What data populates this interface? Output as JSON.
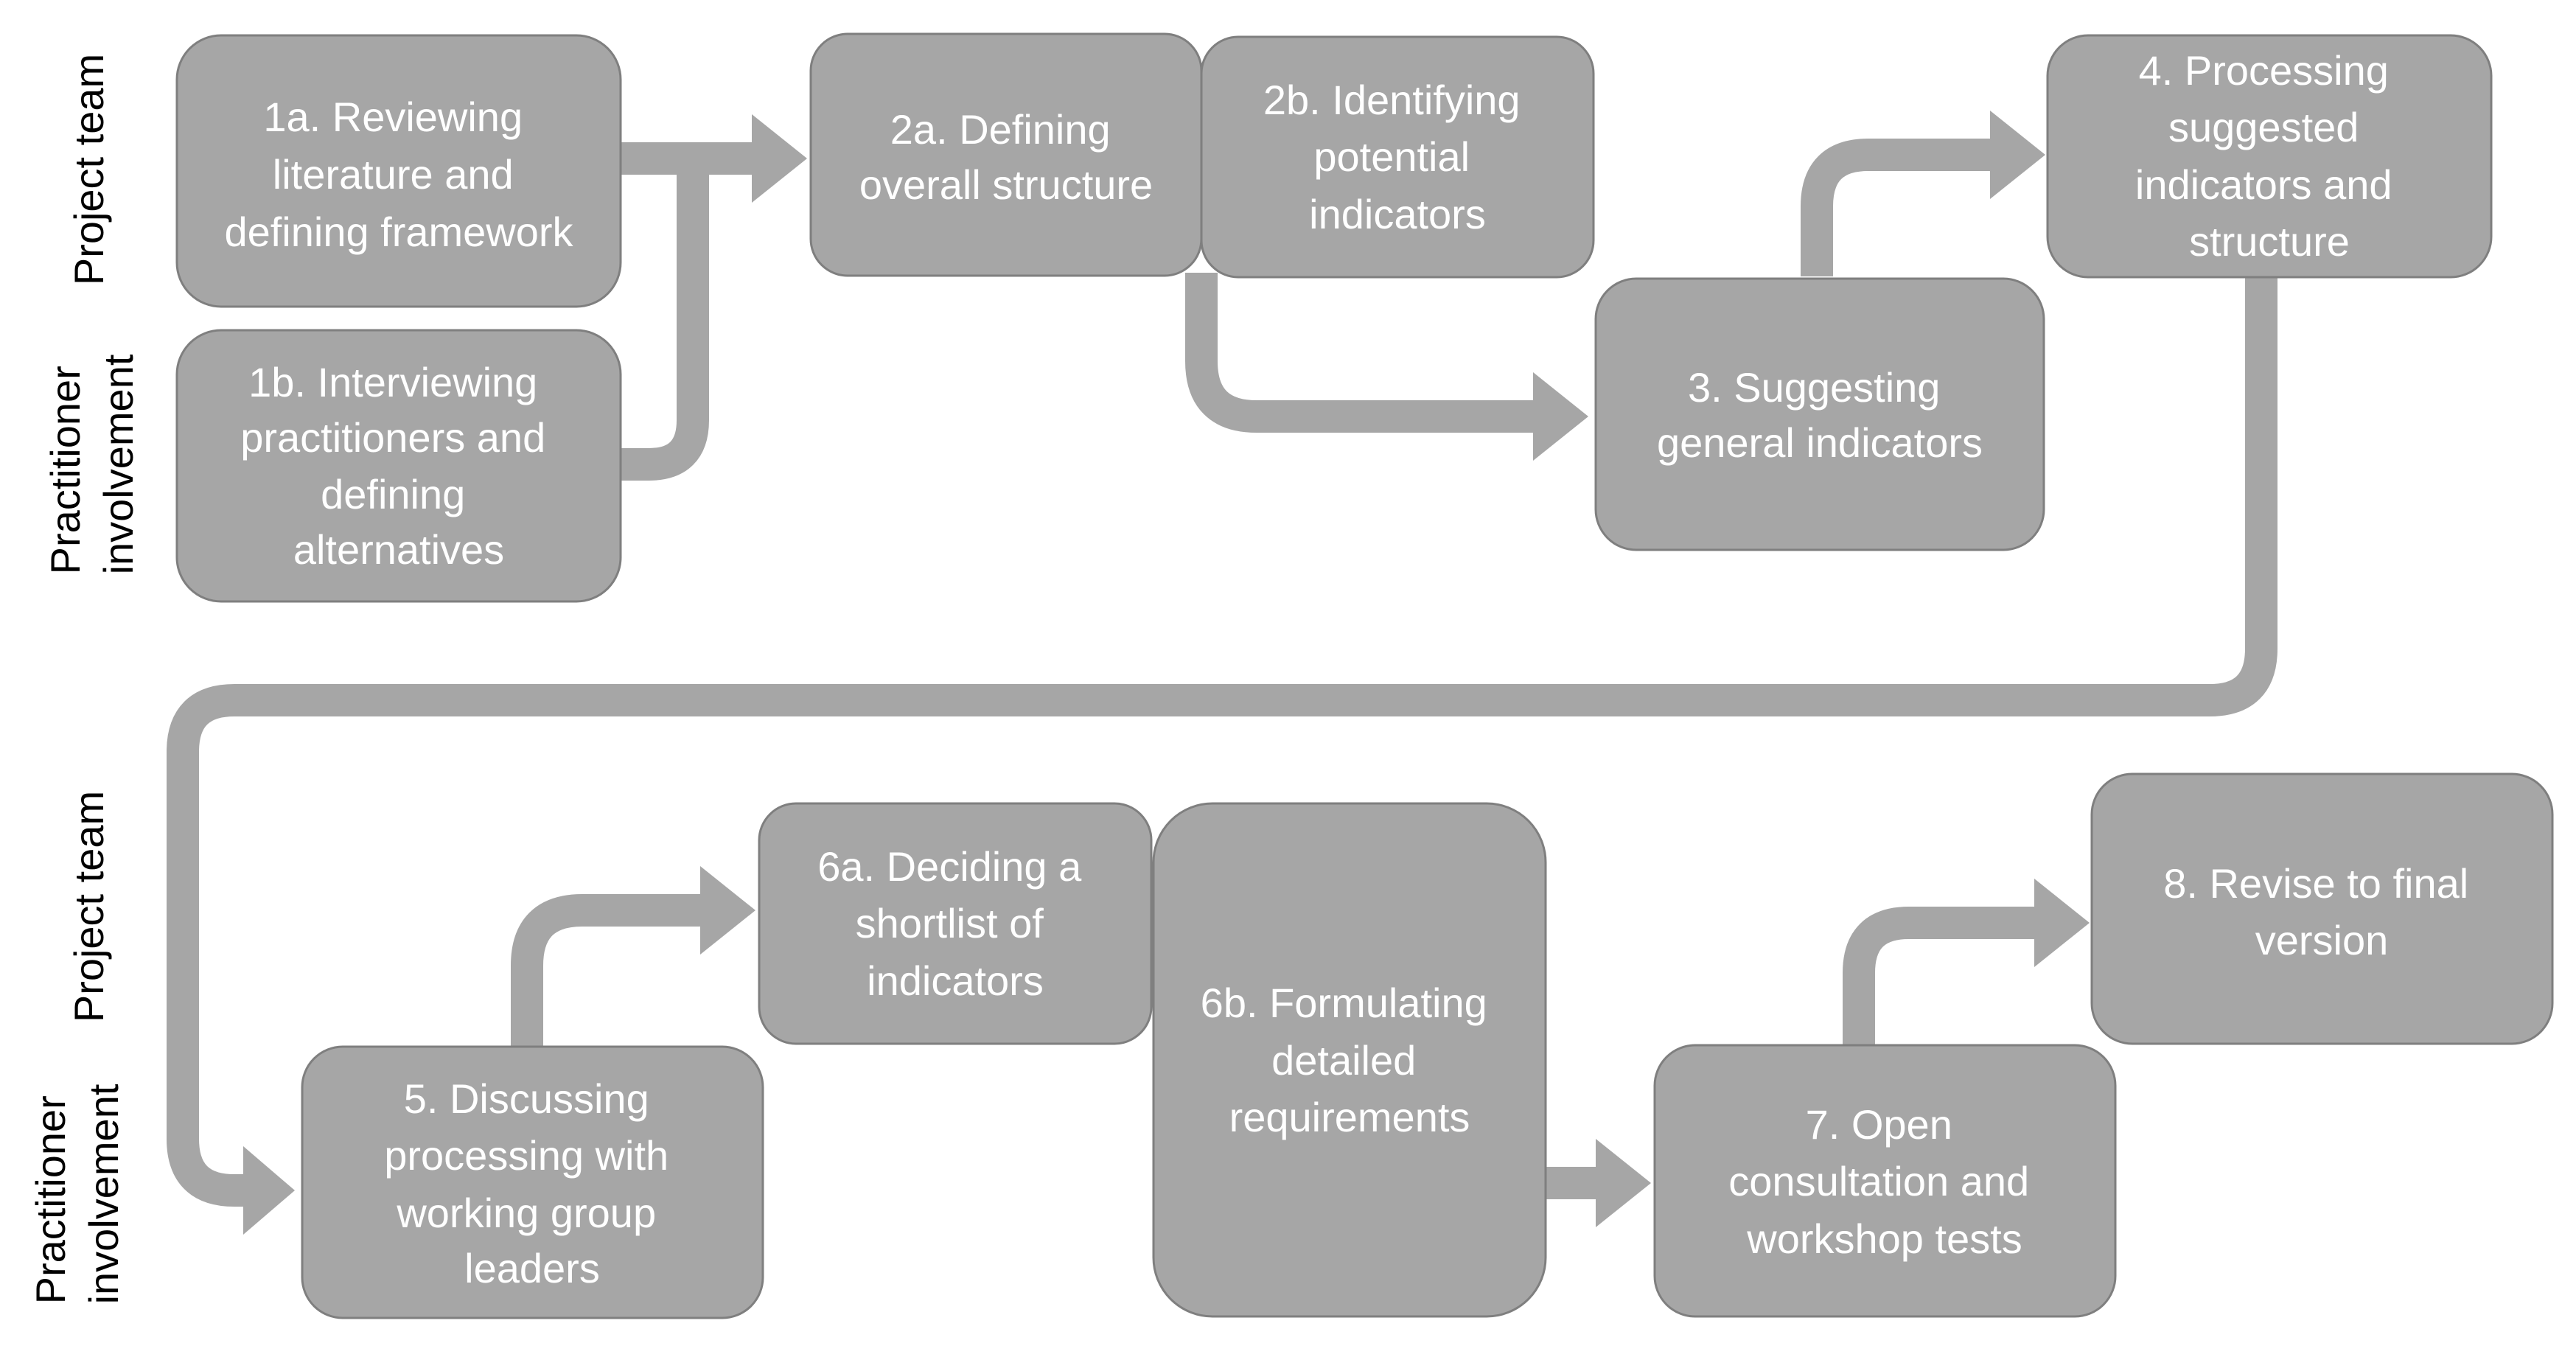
{
  "lanes": {
    "top_project": [
      "Project team"
    ],
    "top_practitioner": [
      "Practitioner",
      "involvement"
    ],
    "bottom_project": [
      "Project team"
    ],
    "bottom_practitioner": [
      "Practitioner",
      "involvement"
    ]
  },
  "steps": {
    "s1a": [
      "1a. Reviewing",
      "literature and",
      "defining framework"
    ],
    "s1b": [
      "1b. Interviewing",
      "practitioners and",
      "defining",
      "alternatives"
    ],
    "s2a": [
      "2a. Defining",
      "overall structure"
    ],
    "s2b": [
      "2b. Identifying",
      "potential",
      "indicators"
    ],
    "s3": [
      "3. Suggesting",
      "general indicators"
    ],
    "s4": [
      "4. Processing",
      "suggested",
      "indicators and",
      "structure"
    ],
    "s5": [
      "5. Discussing",
      "processing with",
      "working group",
      "leaders"
    ],
    "s6a": [
      "6a. Deciding a",
      "shortlist of",
      "indicators"
    ],
    "s6b": [
      "6b. Formulating",
      "detailed",
      "requirements"
    ],
    "s7": [
      "7. Open",
      "consultation and",
      "workshop tests"
    ],
    "s8": [
      "8. Revise to final",
      "version"
    ]
  },
  "colors": {
    "box_fill": "#a6a6a6",
    "box_stroke": "#7f7f7f",
    "box_text": "#ffffff",
    "lane_text": "#000000"
  }
}
